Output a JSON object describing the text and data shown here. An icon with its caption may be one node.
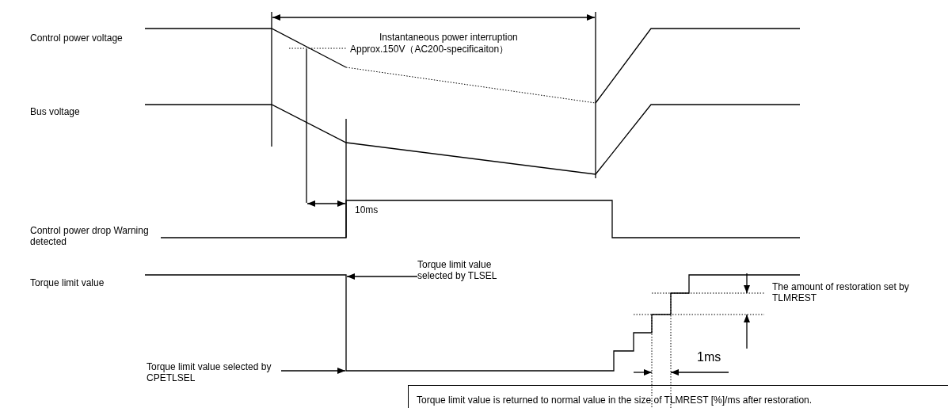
{
  "diagram": {
    "nodes": [
      {
        "text": [
          "Torque limit value selected by TLSEL"
        ]
      },
      {
        "text": [
          "Torque limit value selected by CPETLSEL"
        ]
      },
      {
        "text": [
          "Torque limit value is returned to normal value in the size of TLMREST [%]/ms after restoration."
        ]
      }
    ],
    "edges": [
      {
        "from": 0,
        "to": null,
        "arrow": "to"
      },
      {
        "from": 1,
        "to": null,
        "arrow": "to"
      }
    ],
    "labels": [
      "Control power voltage",
      "Instantaneous power interruption",
      "Approx.150V（AC200-specificaiton）",
      "Bus voltage",
      "10ms",
      "Control power drop Warning detected",
      "Torque limit value",
      "The amount of restoration set by TLMREST",
      "1ms"
    ]
  }
}
